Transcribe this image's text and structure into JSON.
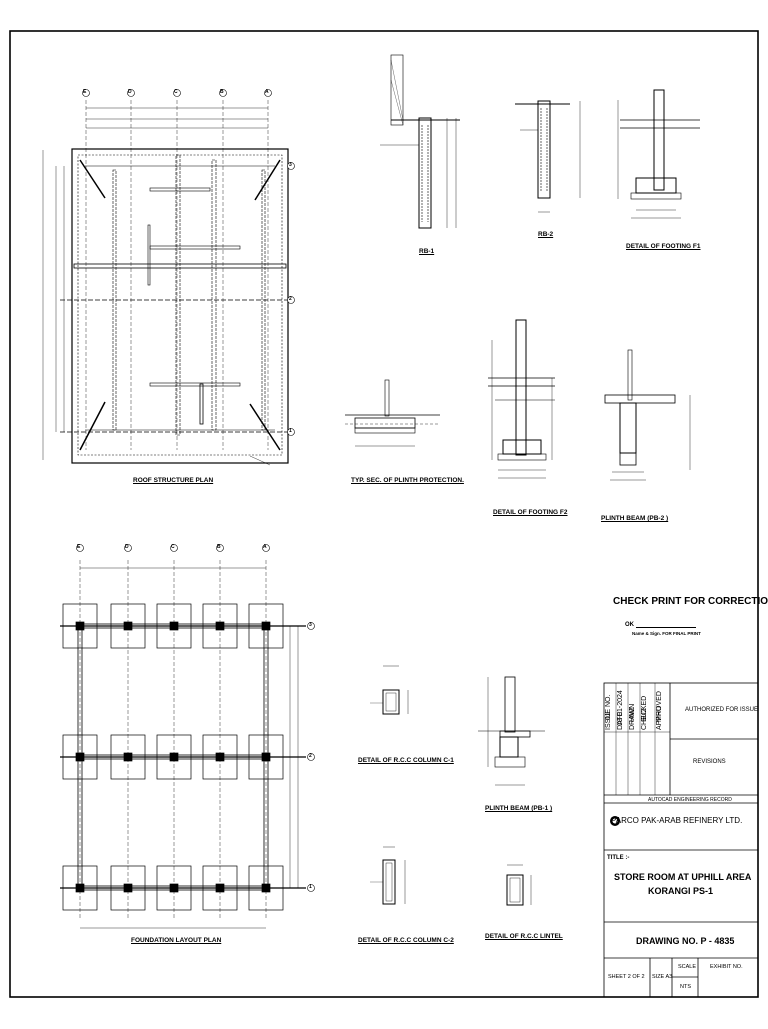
{
  "drawing_titles": {
    "roof_plan": "ROOF STRUCTURE PLAN",
    "foundation_plan": "FOUNDATION LAYOUT PLAN",
    "rb1": "RB-1",
    "rb2": "RB-2",
    "footing_f1": "DETAIL OF FOOTING F1",
    "plinth_protection": "TYP. SEC. OF PLINTH PROTECTION.",
    "footing_f2": "DETAIL OF FOOTING F2",
    "plinth_beam_pb2": "PLINTH BEAM (PB-2 )",
    "column_c1": "DETAIL  OF R.C.C COLUMN C-1",
    "plinth_beam_pb1": "PLINTH BEAM (PB-1 )",
    "column_c2": "DETAIL  OF R.C.C COLUMN C-2",
    "lintel": "DETAIL  OF R.C.C LINTEL"
  },
  "grid_labels": [
    "E",
    "D",
    "C",
    "B",
    "A"
  ],
  "grid_numbers": [
    "3",
    "2",
    "1"
  ],
  "check_print": {
    "heading": "CHECK PRINT FOR CORRECTION",
    "ok_label": "OK",
    "name_sign": "Name & Sign. FOR FINAL PRINT"
  },
  "title_block": {
    "issue_labels": [
      "ISSUE NO.",
      "DATE",
      "DRAWN",
      "CHECKED",
      "APPROVED"
    ],
    "issue_values": [
      "01",
      "18-01-2024",
      "HMZ",
      "SUZ",
      "MHU"
    ],
    "authorized": "AUTHORIZED FOR ISSUE",
    "revisions": "REVISIONS",
    "record": "AUTOCAD ENGINEERING RECORD",
    "company": "PARCO PAK-ARAB REFINERY LTD.",
    "title_label": "TITLE :-",
    "title_line1": "STORE ROOM AT UPHILL AREA",
    "title_line2": "KORANGI PS-1",
    "drawing_no": "DRAWING NO.   P - 4835",
    "sheet": "SHEET 2  OF 2",
    "size": "SIZE A3",
    "scale_label": "SCALE",
    "scale_value": "NTS",
    "exhibit": "EXHIBIT NO."
  }
}
